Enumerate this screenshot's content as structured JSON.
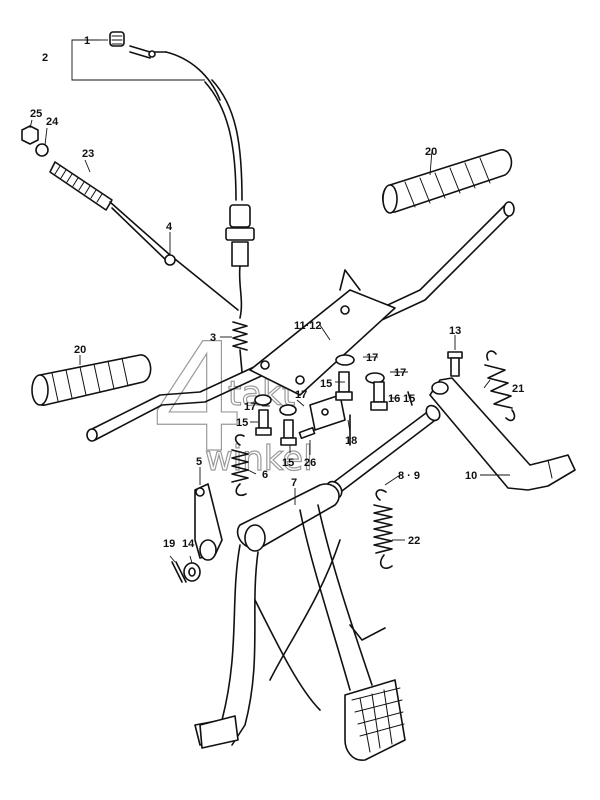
{
  "watermark": {
    "numeral": "4",
    "word_top": "takt",
    "word_bottom": "winkel"
  },
  "callouts": {
    "c1": "1",
    "c2": "2",
    "c3": "3",
    "c4": "4",
    "c5": "5",
    "c6": "6",
    "c7": "7",
    "c8_9": "8 · 9",
    "c10": "10",
    "c11_12": "11·12",
    "c13": "13",
    "c14": "14",
    "c15a": "15",
    "c15b": "15",
    "c15c": "15",
    "c15d": "15",
    "c16": "16",
    "c17a": "17",
    "c17b": "17",
    "c17c": "17",
    "c17d": "17",
    "c18": "18",
    "c19": "19",
    "c20a": "20",
    "c20b": "20",
    "c21": "21",
    "c22": "22",
    "c23": "23",
    "c24": "24",
    "c25": "25",
    "c26": "26"
  },
  "colors": {
    "ink": "#111111",
    "watermark": "#9a9a9a",
    "paper": "#ffffff"
  }
}
